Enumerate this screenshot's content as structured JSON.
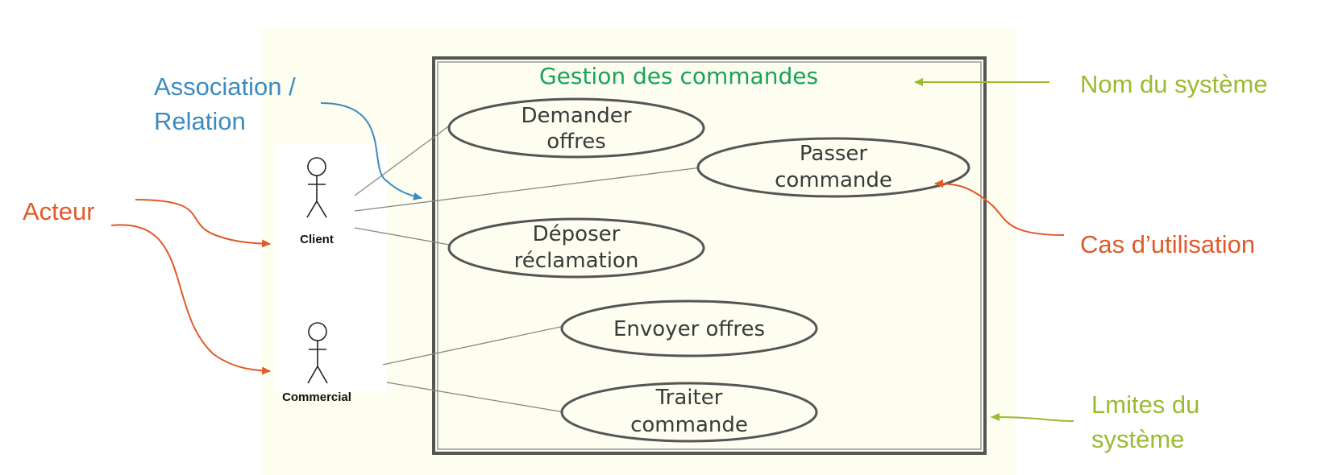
{
  "system": {
    "title": "Gestion des commandes"
  },
  "actors": [
    {
      "label": "Client"
    },
    {
      "label": "Commercial"
    }
  ],
  "use_cases": [
    {
      "line1": "Demander",
      "line2": "offres"
    },
    {
      "line1": "Passer",
      "line2": "commande"
    },
    {
      "line1": "Déposer",
      "line2": "réclamation"
    },
    {
      "line1": "Envoyer offres",
      "line2": ""
    },
    {
      "line1": "Traiter",
      "line2": "commande"
    }
  ],
  "annotations": {
    "association": {
      "line1": "Association /",
      "line2": "Relation",
      "color": "#3b8bbf"
    },
    "acteur": {
      "text": "Acteur",
      "color": "#e05a2b"
    },
    "nom_systeme": {
      "text": "Nom du système",
      "color": "#9bbb2f"
    },
    "cas_utilisation": {
      "text": "Cas d’utilisation",
      "color": "#e05a2b"
    },
    "limites": {
      "line1": "Lmites  du",
      "line2": "système",
      "color": "#9bbb2f"
    }
  },
  "colors": {
    "panel_bg": "#fdfdf0",
    "system_title": "#19a35a",
    "use_case_border": "#555555",
    "connector": "#888888"
  }
}
